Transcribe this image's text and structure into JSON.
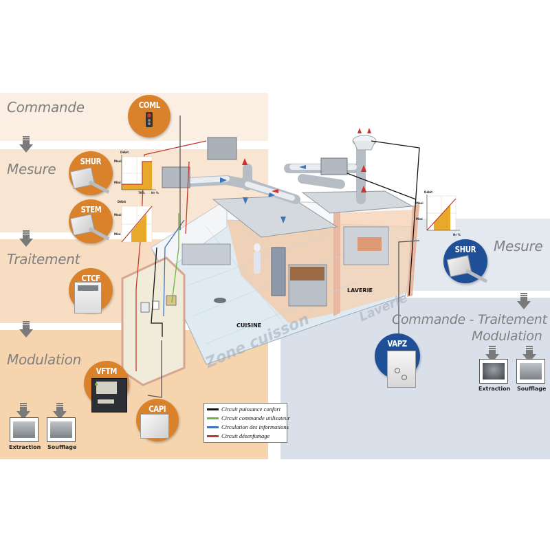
{
  "colors": {
    "peach_light": "#fbefe3",
    "peach_mid": "#f8e2cb",
    "peach_dark": "#f5d6b4",
    "blue_light": "#e4e9f0",
    "blue_mid": "#d8e0ea",
    "badge_orange": "#d9822b",
    "badge_blue": "#1f4f96",
    "heading_grey": "#808080"
  },
  "left_panel": {
    "stages": [
      {
        "id": "commande",
        "label": "Commande"
      },
      {
        "id": "mesure",
        "label": "Mesure"
      },
      {
        "id": "traitement",
        "label": "Traitement"
      },
      {
        "id": "modulation",
        "label": "Modulation"
      }
    ],
    "badges": [
      {
        "id": "coml",
        "label": "COML",
        "device_icon": "push-button-station-icon"
      },
      {
        "id": "shur",
        "label": "SHUR",
        "device_icon": "humidity-sensor-icon"
      },
      {
        "id": "stem",
        "label": "STEM",
        "device_icon": "temperature-sensor-icon"
      },
      {
        "id": "ctcf",
        "label": "CTCF",
        "device_icon": "control-cabinet-icon"
      },
      {
        "id": "vftm",
        "label": "VFTM",
        "device_icon": "frequency-drive-icon"
      },
      {
        "id": "capi",
        "label": "CAPI",
        "device_icon": "sensor-box-icon"
      }
    ],
    "outputs": [
      {
        "label": "Extraction",
        "icon": "extraction-unit-icon"
      },
      {
        "label": "Soufflage",
        "icon": "supply-unit-icon"
      }
    ]
  },
  "right_panel": {
    "stages": [
      {
        "id": "mesure",
        "label": "Mesure"
      },
      {
        "id": "commande_traitement",
        "label": "Commande - Traitement"
      },
      {
        "id": "modulation",
        "label": "Modulation"
      }
    ],
    "badges": [
      {
        "id": "shur",
        "label": "SHUR",
        "device_icon": "humidity-sensor-icon"
      },
      {
        "id": "vapz",
        "label": "VAPZ",
        "device_icon": "variator-box-icon"
      }
    ],
    "outputs": [
      {
        "label": "Extraction",
        "icon": "roof-fan-icon"
      },
      {
        "label": "Soufflage",
        "icon": "supply-unit-icon"
      }
    ]
  },
  "mini_charts": [
    {
      "id": "shur-left",
      "y_axis": "Débit",
      "y_max": "Maxi",
      "y_min": "Mini",
      "x_mark": "70%",
      "x_axis": "Hr %",
      "shape": "step"
    },
    {
      "id": "stem-left",
      "y_axis": "Débit",
      "y_max": "Maxi",
      "y_min": "Mini",
      "shape": "ramp"
    },
    {
      "id": "shur-right",
      "y_axis": "Débit",
      "y_max": "Maxi",
      "y_min": "Mini",
      "x_axis": "Hr %",
      "shape": "ramp"
    }
  ],
  "kitchen": {
    "rooms": [
      {
        "label": "CUISINE"
      },
      {
        "label": "LAVERIE"
      }
    ],
    "zones": [
      {
        "label": "Zone cuisson"
      },
      {
        "label": "Laverie"
      }
    ]
  },
  "legend": {
    "items": [
      {
        "label": "Circuit puissance confort",
        "color": "#111111"
      },
      {
        "label": "Circuit commande utilisateur",
        "color": "#6cb33f"
      },
      {
        "label": "Circulation des informations",
        "color": "#3f73b8"
      },
      {
        "label": "Circuit désenfumage",
        "color": "#c0392b"
      }
    ]
  }
}
